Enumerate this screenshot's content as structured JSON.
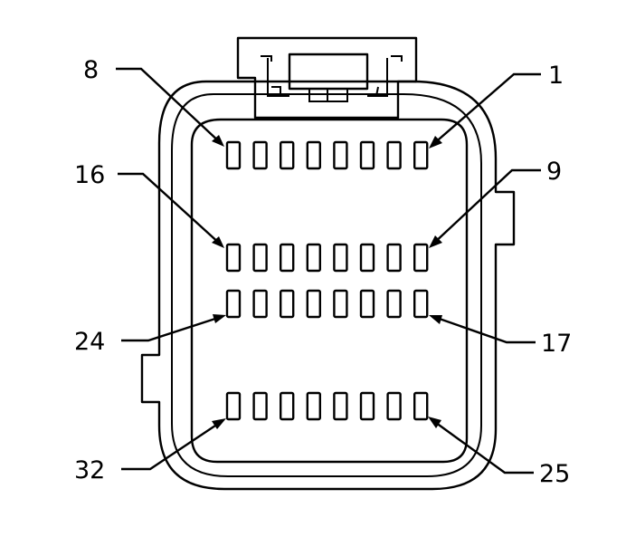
{
  "labels": {
    "pin_8": "8",
    "pin_1": "1",
    "pin_16": "16",
    "pin_9": "9",
    "pin_24": "24",
    "pin_17": "17",
    "pin_32": "32",
    "pin_25": "25"
  },
  "connector": {
    "rows": 4,
    "pins_per_row": 8,
    "stroke_color": "#000000",
    "background_color": "#ffffff"
  }
}
